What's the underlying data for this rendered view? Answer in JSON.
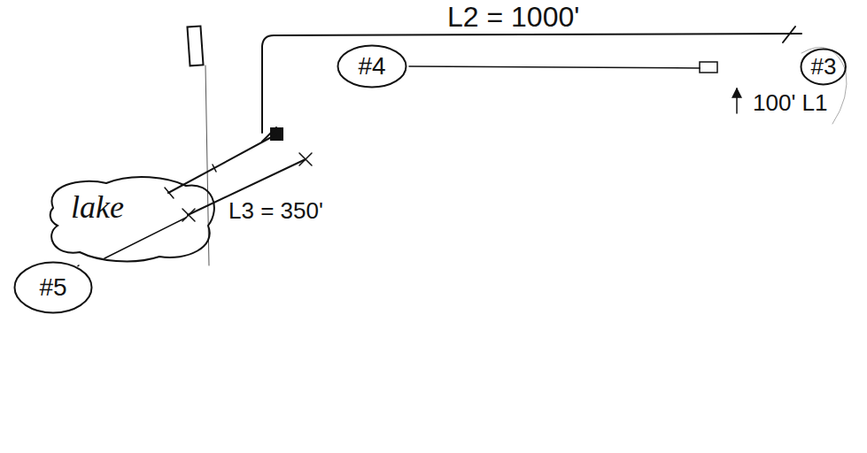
{
  "diagram": {
    "nodes": [
      {
        "text": [
          "#4"
        ]
      },
      {
        "text": [
          "#3"
        ]
      },
      {
        "text": [
          "lake"
        ]
      },
      {
        "text": [
          "#5"
        ]
      }
    ],
    "edges": [
      {
        "from": 3,
        "to": 2,
        "arrow": "none"
      }
    ],
    "labels": [
      "L2 = 1000'",
      "100' L1",
      "L3 = 350'"
    ]
  }
}
